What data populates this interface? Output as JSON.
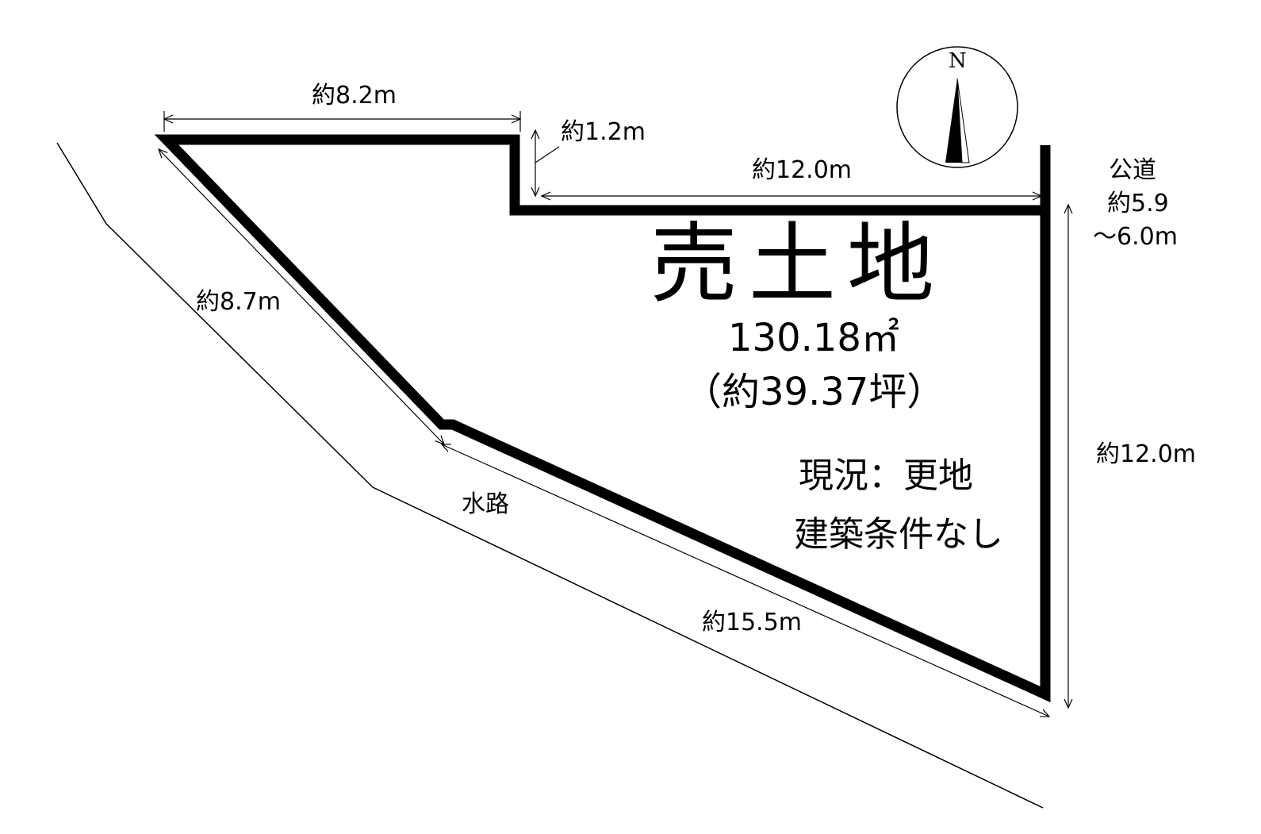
{
  "title": "売土地",
  "area": {
    "sqm": "130.18㎡",
    "tsubo": "（約39.37坪）"
  },
  "status": {
    "current": "現況：更地",
    "condition": "建築条件なし"
  },
  "dimensions": {
    "top_left": "約8.2m",
    "step": "約1.2m",
    "top_right": "約12.0m",
    "left_diagonal": "約8.7m",
    "bottom_diagonal": "約15.5m",
    "right": "約12.0m"
  },
  "road": {
    "label": "公道",
    "width_line1": "約5.9",
    "width_line2": "～6.0m"
  },
  "waterway": "水路",
  "compass": {
    "north_letter": "N"
  },
  "colors": {
    "boundary": "#000000",
    "background": "#ffffff"
  }
}
